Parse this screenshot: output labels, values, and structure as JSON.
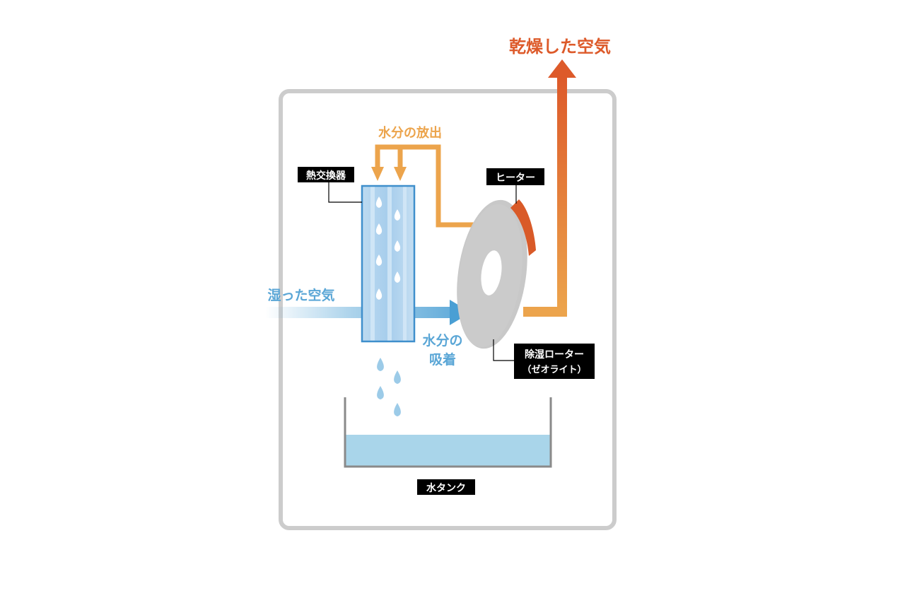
{
  "labels": {
    "dry_air": "乾燥した空気",
    "moisture_release": "水分の放出",
    "heat_exchanger": "熱交換器",
    "heater": "ヒーター",
    "humid_air": "湿った空気",
    "moisture_adsorption_line1": "水分の",
    "moisture_adsorption_line2": "吸着",
    "rotor_line1": "除湿ローター",
    "rotor_line2": "（ゼオライト）",
    "water_tank": "水タンク"
  },
  "colors": {
    "dry_air_text": "#dd5a2a",
    "release_orange": "#eca44c",
    "blue_text": "#5aa6d6",
    "blue_arrow": "#4a9fd4",
    "heater": "#d95a28",
    "rotor": "#c8c8c8",
    "frame": "#cccccc",
    "tank_water": "#a9d5ea",
    "label_bg": "#000000",
    "label_text": "#ffffff"
  }
}
